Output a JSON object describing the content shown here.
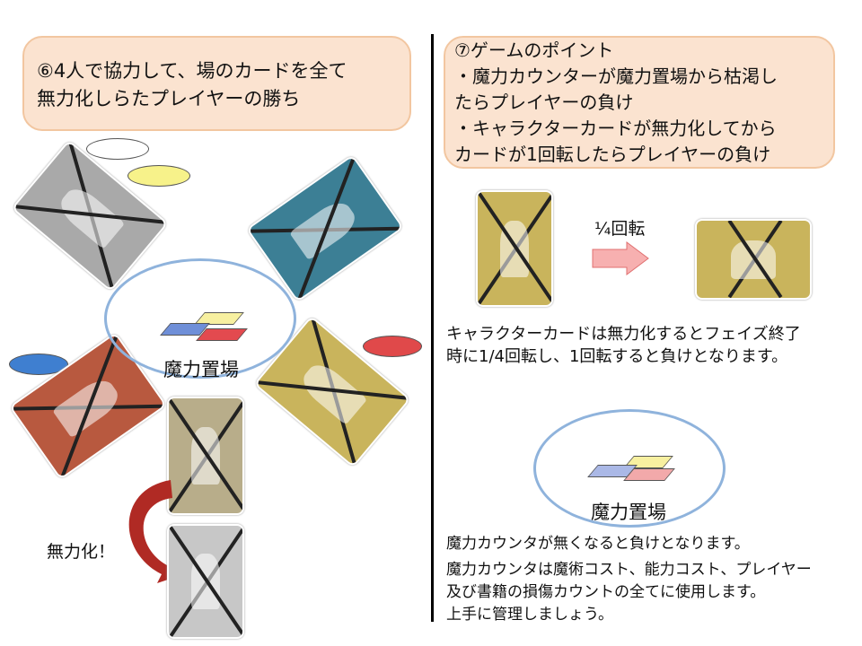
{
  "left": {
    "heading_lines": [
      "⑥4人で協力して、場のカードを全て",
      "無力化しらたプレイヤーの勝ち"
    ],
    "mana_zone_label": "魔力置場",
    "nullify_label": "無力化！",
    "chip_colors": {
      "white": "#ffffff",
      "yellow": "#f7f28a",
      "blue": "#3f7fd0",
      "red": "#e0494a"
    },
    "card_colors": {
      "gray": "#a9a9a9",
      "teal": "#3c7f95",
      "red": "#b8593f",
      "gold": "#c9b45c"
    }
  },
  "right": {
    "heading_lines": [
      "⑦ゲームのポイント",
      "・魔力カウンターが魔力置場から枯渇し",
      "たらプレイヤーの負け",
      "・キャラクターカードが無力化してから",
      "カードが1回転したらプレイヤーの負け"
    ],
    "rotation_label": "¼回転",
    "rotation_desc": [
      "キャラクターカードは無力化するとフェイズ終了",
      "時に1/4回転し、1回転すると負けとなります。"
    ],
    "mana_zone_label": "魔力置場",
    "mana_desc": [
      "魔力カウンタが無くなると負けとなります。",
      "魔力カウンタは魔術コスト、能力コスト、プレイヤー",
      "及び書籍の損傷カウントの全てに使用します。",
      "上手に管理しましょう。"
    ]
  }
}
